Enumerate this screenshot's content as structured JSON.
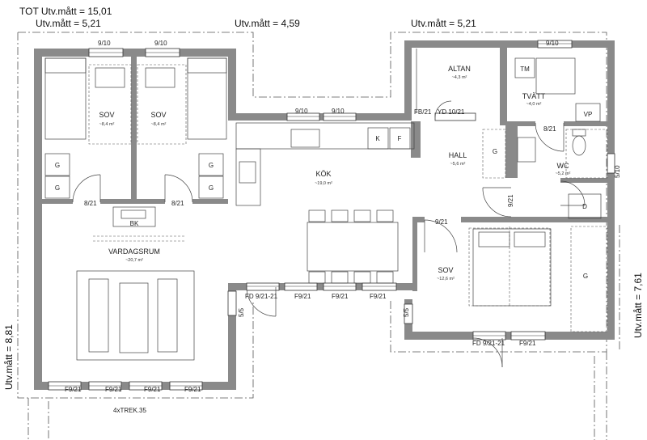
{
  "dimensions": {
    "total": "TOT Utv.mått = 15,01",
    "left_width": "Utv.mått = 5,21",
    "middle_width": "Utv.mått = 4,59",
    "right_width": "Utv.mått = 5,21",
    "left_height": "Utv.mått = 8,81",
    "right_height": "Utv.mått = 7,61"
  },
  "rooms": {
    "sov1": {
      "label": "SOV",
      "area": "~8,4 m²"
    },
    "sov2": {
      "label": "SOV",
      "area": "~8,4 m²"
    },
    "altan": {
      "label": "ALTAN",
      "area": "~4,3 m²"
    },
    "tvatt": {
      "label": "TVÄTT",
      "area": "~4,0 m²"
    },
    "kok": {
      "label": "KÖK",
      "area": "~19,0 m²"
    },
    "hall": {
      "label": "HALL",
      "area": "~5,6 m²"
    },
    "wc": {
      "label": "WC",
      "area": "~5,2 m²"
    },
    "vardagsrum": {
      "label": "VARDAGSRUM",
      "area": "~20,7 m²"
    },
    "sov3": {
      "label": "SOV",
      "area": "~12,6 m²"
    }
  },
  "openings": {
    "w_sov1_top": "9/10",
    "w_sov2_top": "9/10",
    "w_kok_1": "9/10",
    "w_kok_2": "9/10",
    "w_tvatt_top": "9/10",
    "d_altan": "FB/21",
    "d_yd": "YD 10/21",
    "d_tvatt": "8/21",
    "d_sov1": "8/21",
    "d_sov2": "8/21",
    "d_hall_wc": "9/21",
    "d_sov3": "9/21",
    "w_wc_side": "5/10",
    "fd_living": "FD 9/21-21",
    "f_living_1": "F9/21",
    "f_living_2": "F9/21",
    "f_living_3": "F9/21",
    "w_living_side": "5/5",
    "w_sov3_side": "5/5",
    "fd_sov3": "FD 9/21-21",
    "f_sov3": "F9/21",
    "f_bottom_1": "F9/21",
    "f_bottom_2": "F9/21",
    "f_bottom_3": "F9/21",
    "f_bottom_4": "F9/21"
  },
  "fixtures": {
    "g_sov1_a": "G",
    "g_sov1_b": "G",
    "g_sov2_a": "G",
    "g_sov2_b": "G",
    "g_hall": "G",
    "g_sov3": "G",
    "k": "K",
    "f": "F",
    "tm": "TM",
    "vp": "VP",
    "d": "D",
    "bk": "BK"
  },
  "stairs": "4xTREK.35"
}
